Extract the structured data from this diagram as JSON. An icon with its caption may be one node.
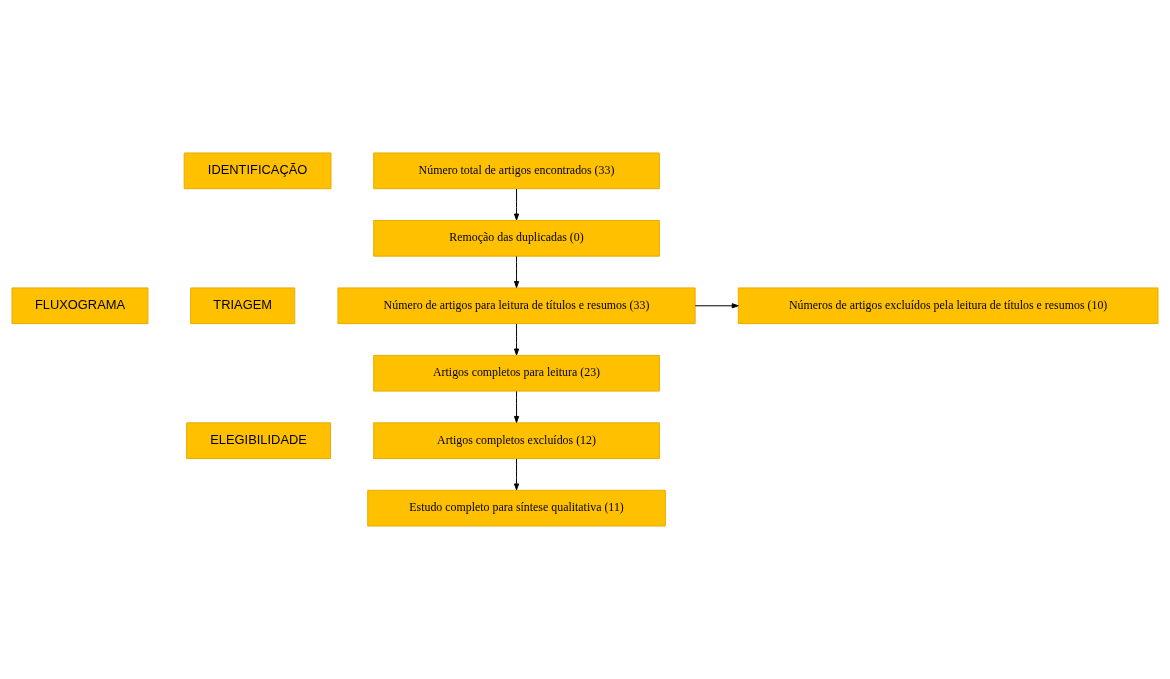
{
  "diagram": {
    "nodes": [
      {
        "text": [
          "FLUXOGRAMA"
        ]
      },
      {
        "text": [
          "IDENTIFICAÇÃO"
        ]
      },
      {
        "text": [
          "TRIAGEM"
        ]
      },
      {
        "text": [
          "ELEGIBILIDADE"
        ]
      },
      {
        "text": [
          "Número total de artigos encontrados (33)"
        ]
      },
      {
        "text": [
          "Remoção das duplicadas (0)"
        ]
      },
      {
        "text": [
          "Número de artigos para leitura de títulos e resumos (33)"
        ]
      },
      {
        "text": [
          "Números de artigos excluídos pela leitura de títulos e resumos (10)"
        ]
      },
      {
        "text": [
          "Artigos completos para leitura (23)"
        ]
      },
      {
        "text": [
          "Artigos completos excluídos (12)"
        ]
      },
      {
        "text": [
          "Estudo completo para síntese qualitativa (11)"
        ]
      }
    ],
    "edges": [
      {
        "from": 4,
        "to": 5,
        "arrow": "to"
      },
      {
        "from": 5,
        "to": 6,
        "arrow": "to"
      },
      {
        "from": 6,
        "to": 7,
        "arrow": "to"
      },
      {
        "from": 6,
        "to": 8,
        "arrow": "to"
      },
      {
        "from": 8,
        "to": 9,
        "arrow": "to"
      },
      {
        "from": 9,
        "to": 10,
        "arrow": "to"
      }
    ]
  }
}
